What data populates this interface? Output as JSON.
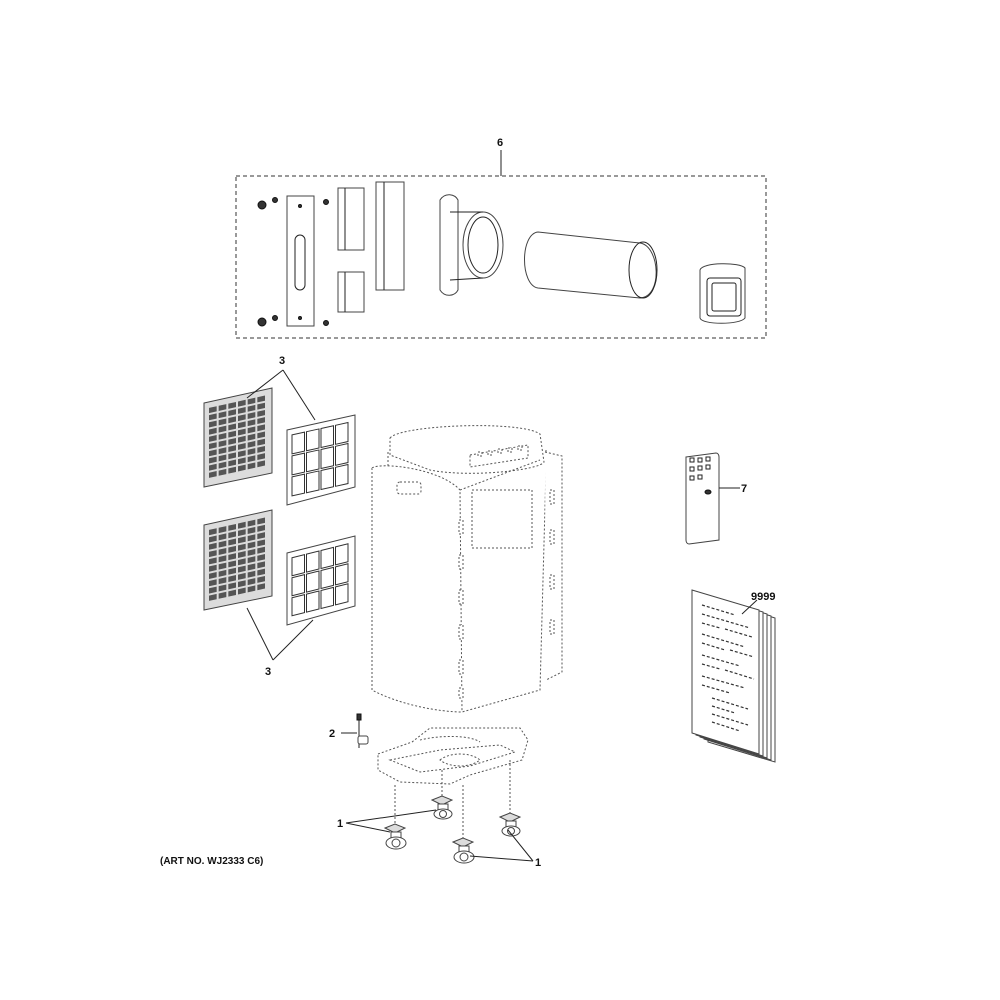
{
  "callouts": {
    "vent_kit": "6",
    "filters_top": "3",
    "filters_bottom": "3",
    "remote": "7",
    "manual": "9999",
    "drain": "2",
    "casters_left": "1",
    "casters_right": "1"
  },
  "art_number": "(ART NO. WJ2333 C6)"
}
